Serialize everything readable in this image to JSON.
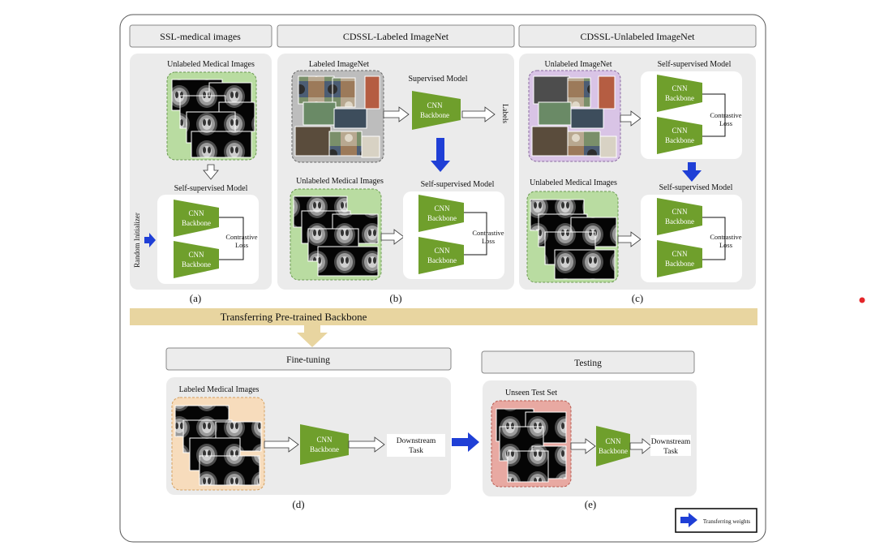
{
  "columns": {
    "a_title": "SSL-medical images",
    "b_title": "CDSSL-Labeled ImageNet",
    "c_title": "CDSSL-Unlabeled ImageNet"
  },
  "panels": {
    "a_caption": "(a)",
    "b_caption": "(b)",
    "c_caption": "(c)",
    "d_caption": "(d)",
    "e_caption": "(e)"
  },
  "labels": {
    "unlabeled_medical": "Unlabeled Medical Images",
    "labeled_imagenet": "Labeled ImageNet",
    "unlabeled_imagenet": "Unlabeled ImageNet",
    "labeled_medical": "Labeled Medical Images",
    "unseen_test_set": "Unseen Test Set",
    "self_supervised_model": "Self-supervised Model",
    "supervised_model": "Supervised Model",
    "random_initializer": "Random Initializer",
    "labels_output": "Labels",
    "cnn_line1": "CNN",
    "cnn_line2": "Backbone",
    "contrastive_line1": "Contrastive",
    "contrastive_line2": "Loss",
    "downstream_line1": "Downstream",
    "downstream_line2": "Task"
  },
  "banner": {
    "text": "Transferring Pre-trained Backbone"
  },
  "stages": {
    "finetuning": "Fine-tuning",
    "testing": "Testing"
  },
  "legend": {
    "text": "Transferring weights"
  },
  "colors": {
    "cnn_fill": "#6f9f2c",
    "cnn_text": "#ffffff",
    "panel_gray": "#ebebeb",
    "banner": "#e8d5a0",
    "transfer_arrow": "#1f3fd6",
    "medical_box_fill": "#b9dca1",
    "imagenet_labeled_box": "#bdbdbd",
    "imagenet_unlabeled_box": "#d9c4e6",
    "labeled_medical_box": "#f7dcbc",
    "unseen_box": "#e8a9a2",
    "red_dot": "#e4262a"
  }
}
